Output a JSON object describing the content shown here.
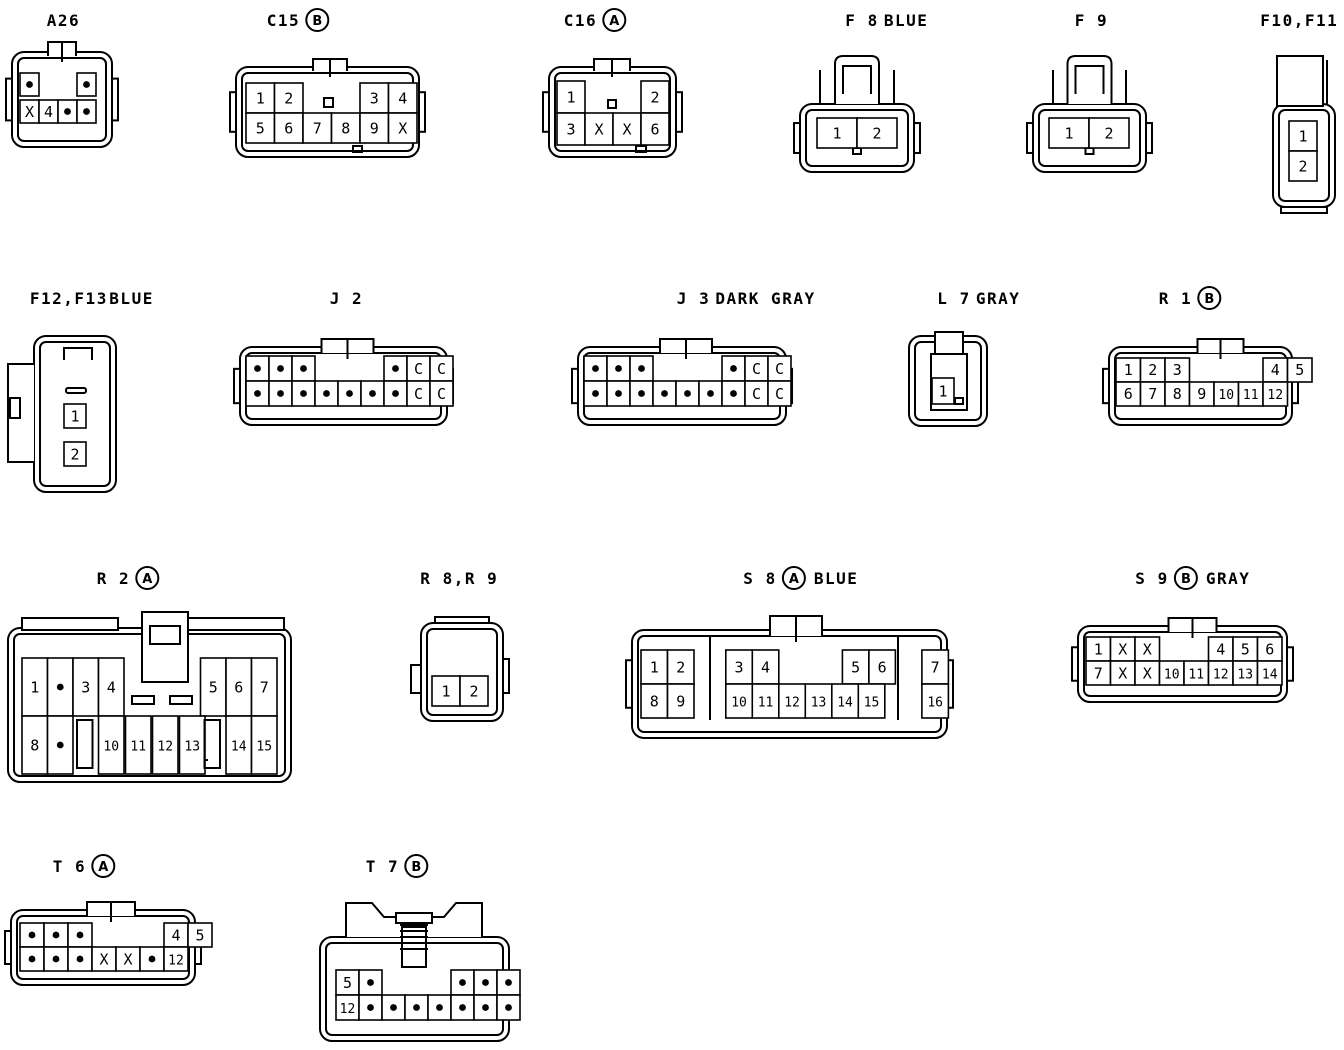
{
  "connectors": [
    {
      "id": "A26",
      "label": "A26",
      "badge": "",
      "color": "",
      "rows": [
        [
          "•",
          "",
          "•"
        ],
        [
          "X",
          "4",
          "•",
          "•"
        ]
      ]
    },
    {
      "id": "C15",
      "label": "C15",
      "badge": "B",
      "color": "",
      "rows": [
        [
          "1",
          "2",
          "",
          "",
          "3",
          "4"
        ],
        [
          "5",
          "6",
          "7",
          "8",
          "9",
          "X"
        ]
      ]
    },
    {
      "id": "C16",
      "label": "C16",
      "badge": "A",
      "color": "",
      "rows": [
        [
          "1",
          "",
          "2"
        ],
        [
          "3",
          "X",
          "X",
          "6"
        ]
      ]
    },
    {
      "id": "F8",
      "label": "F 8",
      "badge": "",
      "color": "BLUE",
      "rows": [
        [
          "1",
          "2"
        ]
      ]
    },
    {
      "id": "F9",
      "label": "F 9",
      "badge": "",
      "color": "",
      "rows": [
        [
          "1",
          "2"
        ]
      ]
    },
    {
      "id": "F10F11",
      "label": "F10,F11",
      "badge": "",
      "color": "",
      "rows": [
        [
          "1"
        ],
        [
          "2"
        ]
      ]
    },
    {
      "id": "F12F13",
      "label": "F12,F13",
      "badge": "",
      "color": "BLUE",
      "rows": [
        [
          "1"
        ],
        [
          "2"
        ]
      ]
    },
    {
      "id": "J2",
      "label": "J 2",
      "badge": "",
      "color": "",
      "rows": [
        [
          "•",
          "•",
          "•",
          "",
          "",
          "",
          "•",
          "C",
          "C"
        ],
        [
          "•",
          "•",
          "•",
          "•",
          "•",
          "•",
          "•",
          "C",
          "C"
        ]
      ]
    },
    {
      "id": "J3",
      "label": "J 3",
      "badge": "",
      "color": "DARK GRAY",
      "rows": [
        [
          "•",
          "•",
          "•",
          "",
          "",
          "",
          "•",
          "C",
          "C"
        ],
        [
          "•",
          "•",
          "•",
          "•",
          "•",
          "•",
          "•",
          "C",
          "C"
        ]
      ]
    },
    {
      "id": "L7",
      "label": "L 7",
      "badge": "",
      "color": "GRAY",
      "rows": [
        [
          "1"
        ]
      ]
    },
    {
      "id": "R1",
      "label": "R 1",
      "badge": "B",
      "color": "",
      "rows": [
        [
          "1",
          "2",
          "3",
          "",
          "",
          "",
          "4",
          "5"
        ],
        [
          "6",
          "7",
          "8",
          "9",
          "10",
          "11",
          "12"
        ]
      ]
    },
    {
      "id": "R2",
      "label": "R 2",
      "badge": "A",
      "color": "",
      "rows": [
        [
          "1",
          "•",
          "3",
          "4",
          "",
          "",
          "",
          "5",
          "6",
          "7"
        ],
        [
          "8",
          "•",
          "",
          "10",
          "11",
          "12",
          "13",
          "",
          "14",
          "15"
        ]
      ]
    },
    {
      "id": "R8R9",
      "label": "R 8,R 9",
      "badge": "",
      "color": "",
      "rows": [
        [
          "1",
          "2"
        ]
      ]
    },
    {
      "id": "S8",
      "label": "S 8",
      "badge": "A",
      "color": "BLUE",
      "rows": [
        [
          "1",
          "2",
          "3",
          "4",
          "",
          "",
          "5",
          "6",
          "7"
        ],
        [
          "8",
          "9",
          "10",
          "11",
          "12",
          "13",
          "14",
          "15",
          "16"
        ]
      ]
    },
    {
      "id": "S9",
      "label": "S 9",
      "badge": "B",
      "color": "GRAY",
      "rows": [
        [
          "1",
          "X",
          "X",
          "",
          "",
          "4",
          "5",
          "6"
        ],
        [
          "7",
          "X",
          "X",
          "10",
          "11",
          "12",
          "13",
          "14"
        ]
      ]
    },
    {
      "id": "T6",
      "label": "T 6",
      "badge": "A",
      "color": "",
      "rows": [
        [
          "•",
          "•",
          "•",
          "",
          "",
          "",
          "4",
          "5"
        ],
        [
          "•",
          "•",
          "•",
          "X",
          "X",
          "•",
          "12"
        ]
      ]
    },
    {
      "id": "T7",
      "label": "T 7",
      "badge": "B",
      "color": "",
      "rows": [
        [
          "5",
          "•",
          "",
          "",
          "",
          "•",
          "•",
          "•"
        ],
        [
          "12",
          "•",
          "•",
          "•",
          "•",
          "•",
          "•",
          "•"
        ]
      ]
    }
  ]
}
